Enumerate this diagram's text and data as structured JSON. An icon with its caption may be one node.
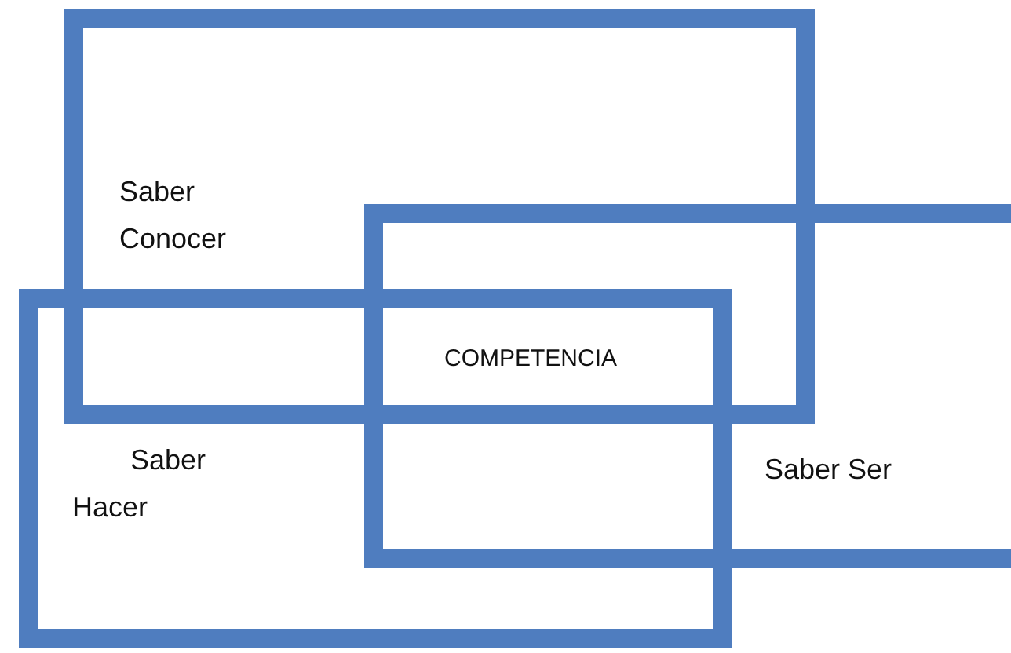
{
  "diagram": {
    "nodes": [
      {
        "text": [
          "Saber Conocer"
        ]
      },
      {
        "text": [
          "Saber Ser"
        ]
      },
      {
        "text": [
          "Saber Hacer"
        ]
      }
    ],
    "labels": [
      "COMPETENCIA"
    ]
  }
}
